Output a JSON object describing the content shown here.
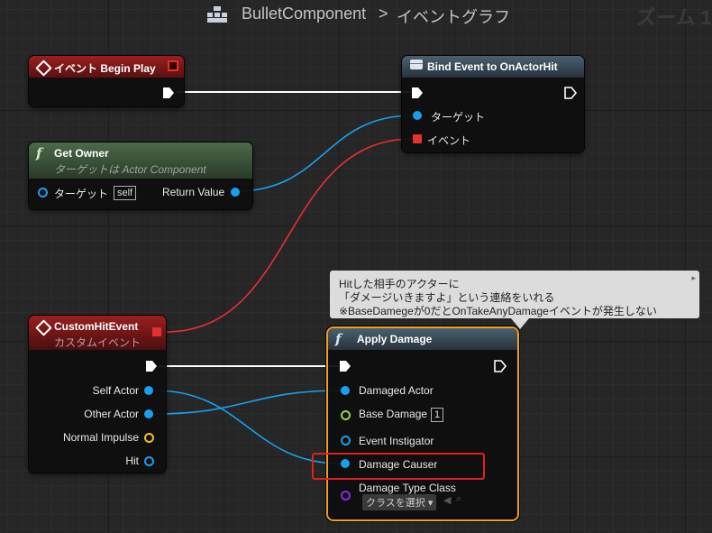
{
  "breadcrumb": {
    "blueprint": "BulletComponent",
    "separator": ">",
    "graph": "イベントグラフ"
  },
  "zoom_label": "ズーム 1",
  "nodes": {
    "begin_play": {
      "title": "イベント Begin Play"
    },
    "get_owner": {
      "title": "Get Owner",
      "subtitle": "ターゲットは Actor Component",
      "target_label": "ターゲット",
      "self_value": "self",
      "return_label": "Return Value"
    },
    "bind_event": {
      "title": "Bind Event to OnActorHit",
      "target_label": "ターゲット",
      "event_label": "イベント"
    },
    "custom_hit": {
      "title": "CustomHitEvent",
      "subtitle": "カスタムイベント",
      "pins": [
        "Self Actor",
        "Other Actor",
        "Normal Impulse",
        "Hit"
      ]
    },
    "apply_damage": {
      "title": "Apply Damage",
      "damaged_actor": "Damaged Actor",
      "base_damage": "Base Damage",
      "base_damage_value": "1",
      "event_instigator": "Event Instigator",
      "damage_causer": "Damage Causer",
      "damage_type_class": "Damage Type Class",
      "class_select": "クラスを選択 ▾"
    }
  },
  "comment": {
    "lines": [
      "Hitした相手のアクターに",
      "「ダメージいきますよ」という連絡をいれる",
      "※BaseDamegeが0だとOnTakeAnyDamageイベントが発生しない"
    ]
  },
  "colors": {
    "exec": "#ffffff",
    "object_pin": "#18a0f0",
    "float_pin": "#9ed83a",
    "event_pin": "#e93030",
    "class_pin": "#8a2be2",
    "struct_pin": "#f0c020",
    "event_header": "#8c1c1c",
    "function_header": "#3c5a3c",
    "selected_outline": "#f0a020",
    "highlight": "#e02020"
  }
}
